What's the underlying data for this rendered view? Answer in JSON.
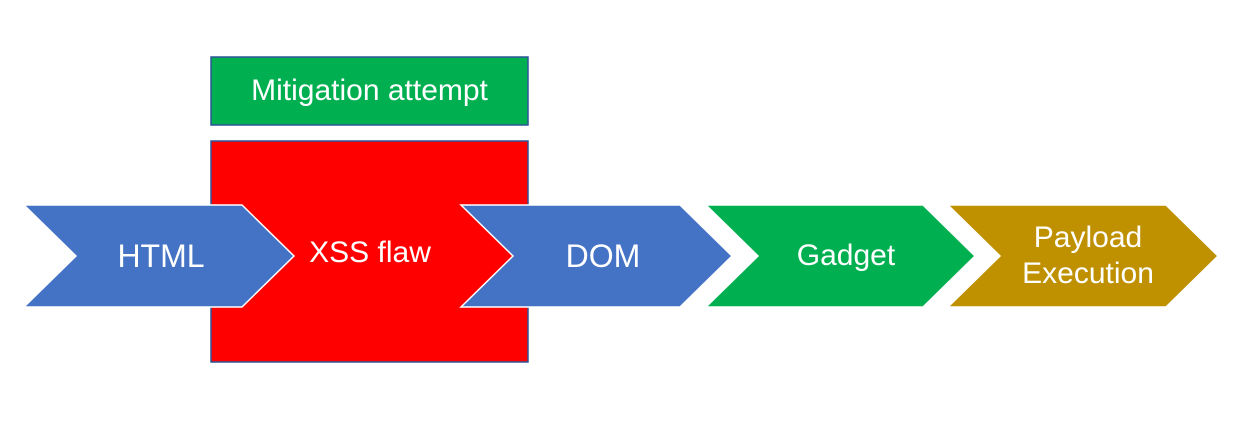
{
  "diagram": {
    "mitigation": {
      "label": "Mitigation attempt",
      "fill": "#00b050",
      "stroke": "#2f5597"
    },
    "xss_box": {
      "label": "XSS flaw",
      "fill": "#ff0000",
      "stroke": "#2f5597"
    },
    "chevrons": {
      "html": {
        "label": "HTML",
        "fill": "#4472c4"
      },
      "dom": {
        "label": "DOM",
        "fill": "#4472c4"
      },
      "gadget": {
        "label": "Gadget",
        "fill": "#00b050"
      },
      "payload": {
        "label": "Payload Execution",
        "line1": "Payload",
        "line2": "Execution",
        "fill": "#bf9000"
      }
    },
    "text_color": "#ffffff"
  }
}
